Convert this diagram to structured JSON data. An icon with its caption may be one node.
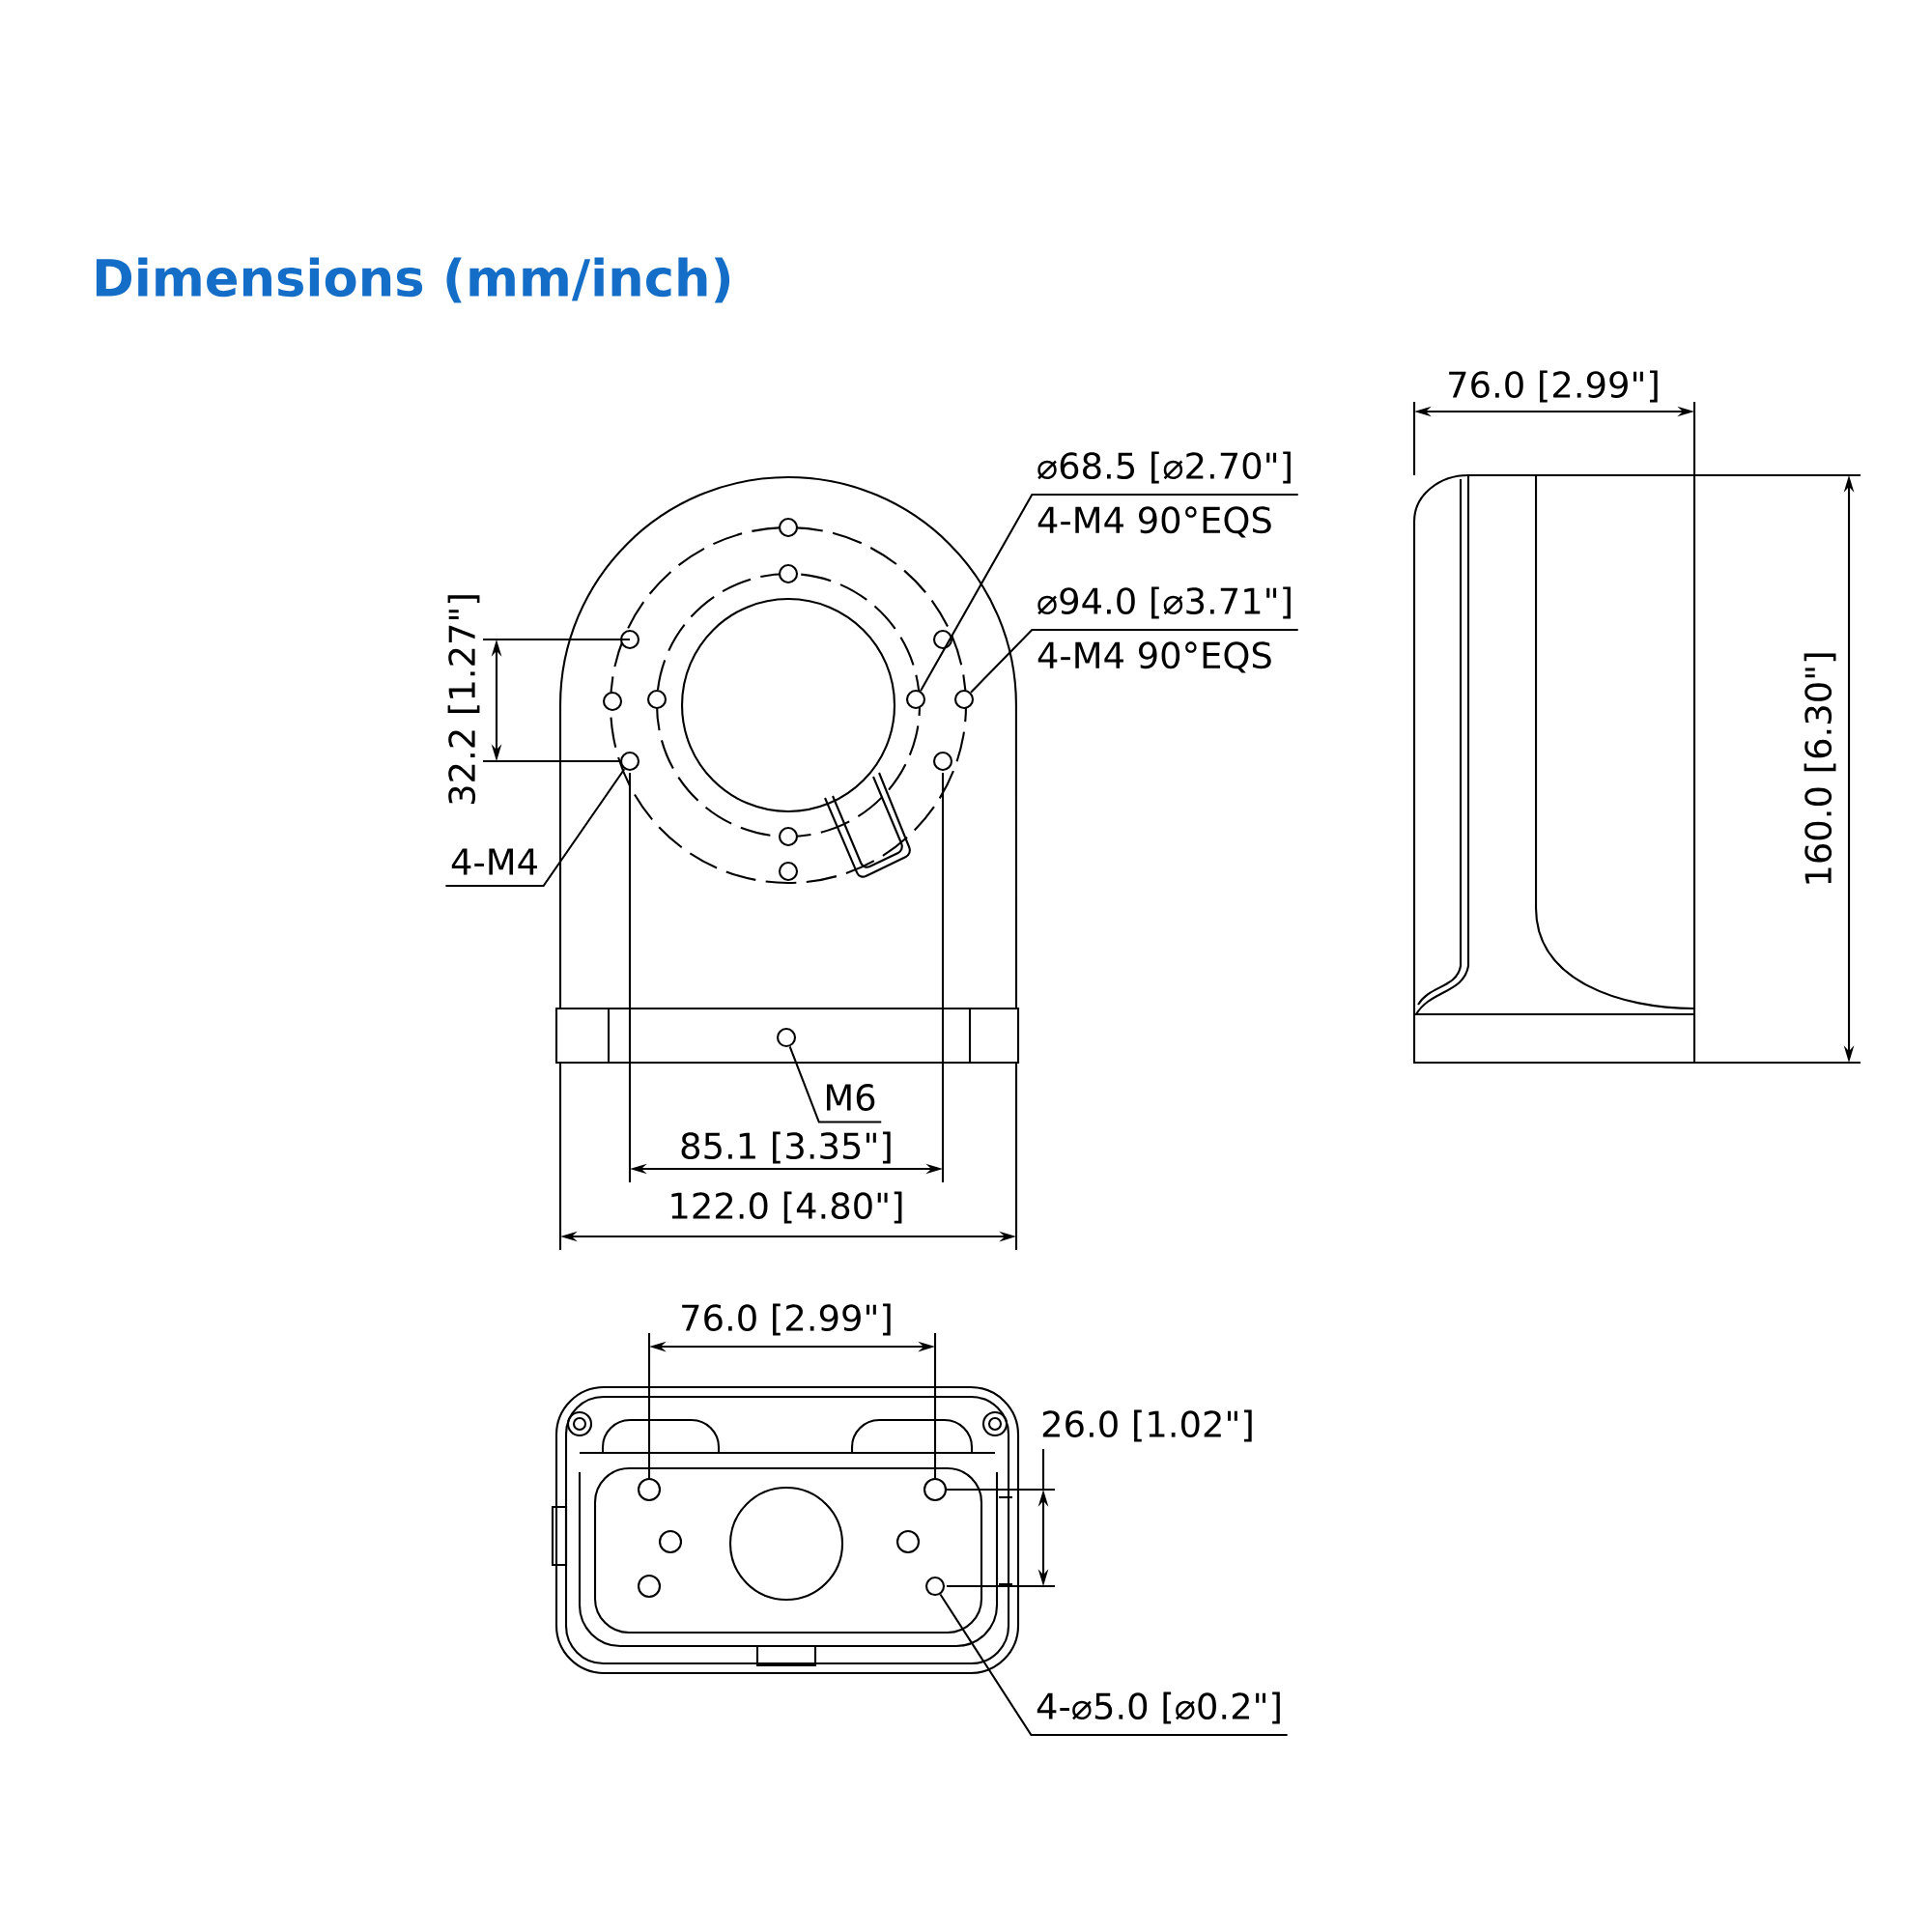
{
  "diagram": {
    "title": "Dimensions (mm/inch)",
    "nodes": [
      {
        "text": [
          "⌀68.5 [⌀2.70\"]",
          "4-M4 90°EQS"
        ]
      },
      {
        "text": [],
        "shape": "circle"
      },
      {
        "text": [
          "⌀94.0 [⌀3.71\"]",
          "4-M4 90°EQS"
        ]
      },
      {
        "text": [],
        "shape": "circle"
      },
      {
        "text": [
          "4-M4"
        ]
      },
      {
        "text": [],
        "shape": "circle"
      },
      {
        "text": [
          "M6"
        ]
      },
      {
        "text": [],
        "shape": "circle"
      },
      {
        "text": [
          "4-⌀5.0 [⌀0.2\"]"
        ]
      },
      {
        "text": [],
        "shape": "circle"
      }
    ],
    "edges": [
      {
        "from": 0,
        "to": 1,
        "arrow": "none"
      },
      {
        "from": 2,
        "to": 3,
        "arrow": "none"
      },
      {
        "from": 4,
        "to": 5,
        "arrow": "none"
      },
      {
        "from": 6,
        "to": 7,
        "arrow": "none"
      },
      {
        "from": 8,
        "to": 9,
        "arrow": "none"
      }
    ],
    "labels": [
      "32.2 [1.27\"]",
      "85.1 [3.35\"]",
      "122.0 [4.80\"]",
      "76.0 [2.99\"]",
      "160.0 [6.30\"]",
      "76.0 [2.99\"]",
      "26.0 [1.02\"]"
    ]
  }
}
